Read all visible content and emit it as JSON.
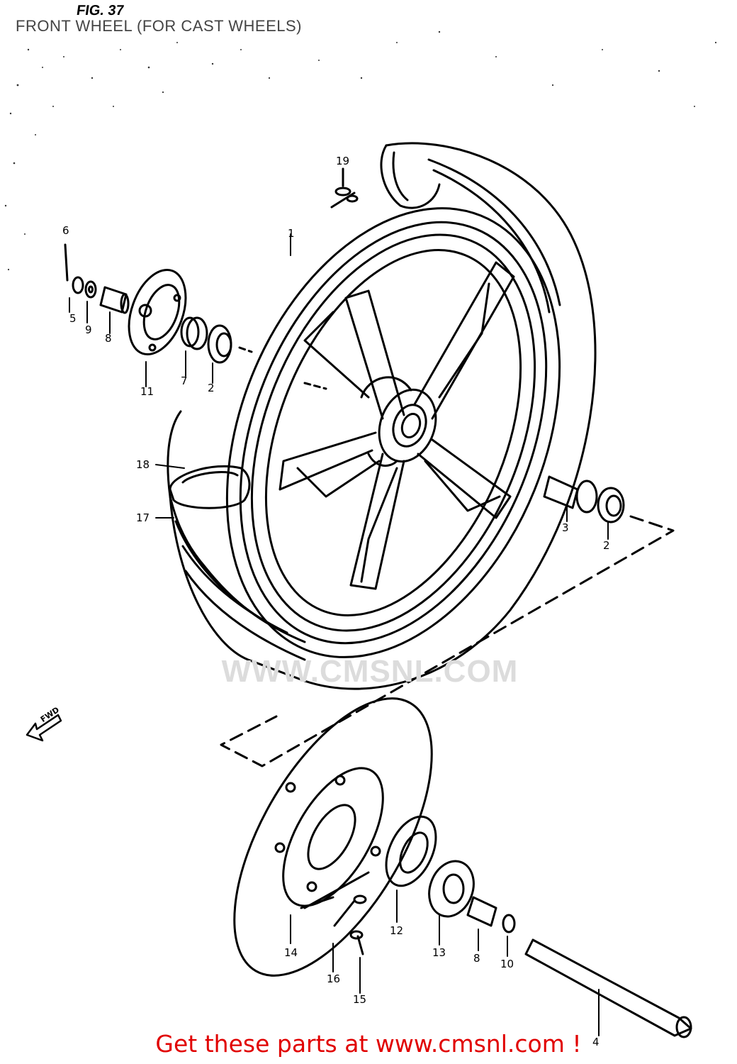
{
  "figure": {
    "number": "FIG. 37",
    "title": "FRONT WHEEL (FOR CAST WHEELS)"
  },
  "watermark": {
    "text": "WWW.CMSNL.COM"
  },
  "labels": {
    "p1": "1",
    "p2_top": "2",
    "p2_right": "2",
    "p3": "3",
    "p4": "4",
    "p5": "5",
    "p6": "6",
    "p7": "7",
    "p8_top": "8",
    "p8_bottom": "8",
    "p9": "9",
    "p10": "10",
    "p11": "11",
    "p12": "12",
    "p13": "13",
    "p14": "14",
    "p15": "15",
    "p16": "16",
    "p17": "17",
    "p18": "18",
    "p19": "19"
  },
  "direction_marker": "FWD",
  "footer": {
    "text": "Get these parts at www.cmsnl.com !"
  },
  "colors": {
    "footer_text": "#e10000",
    "watermark": "#dcdcdc",
    "line": "#000000"
  }
}
